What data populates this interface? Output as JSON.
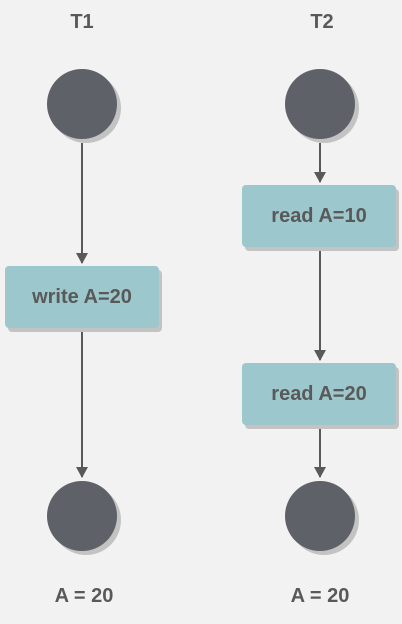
{
  "colors": {
    "background": "#f2f2f2",
    "state_circle": "#5f6169",
    "action_box": "#9cc7cc",
    "edge": "#595959",
    "text": "#595959"
  },
  "columns": [
    {
      "title": "T1",
      "start_node": "start-circle",
      "actions": [
        "write A=20"
      ],
      "end_node": "end-circle",
      "result": "A = 20"
    },
    {
      "title": "T2",
      "start_node": "start-circle",
      "actions": [
        "read A=10",
        "read A=20"
      ],
      "end_node": "end-circle",
      "result": "A = 20"
    }
  ]
}
